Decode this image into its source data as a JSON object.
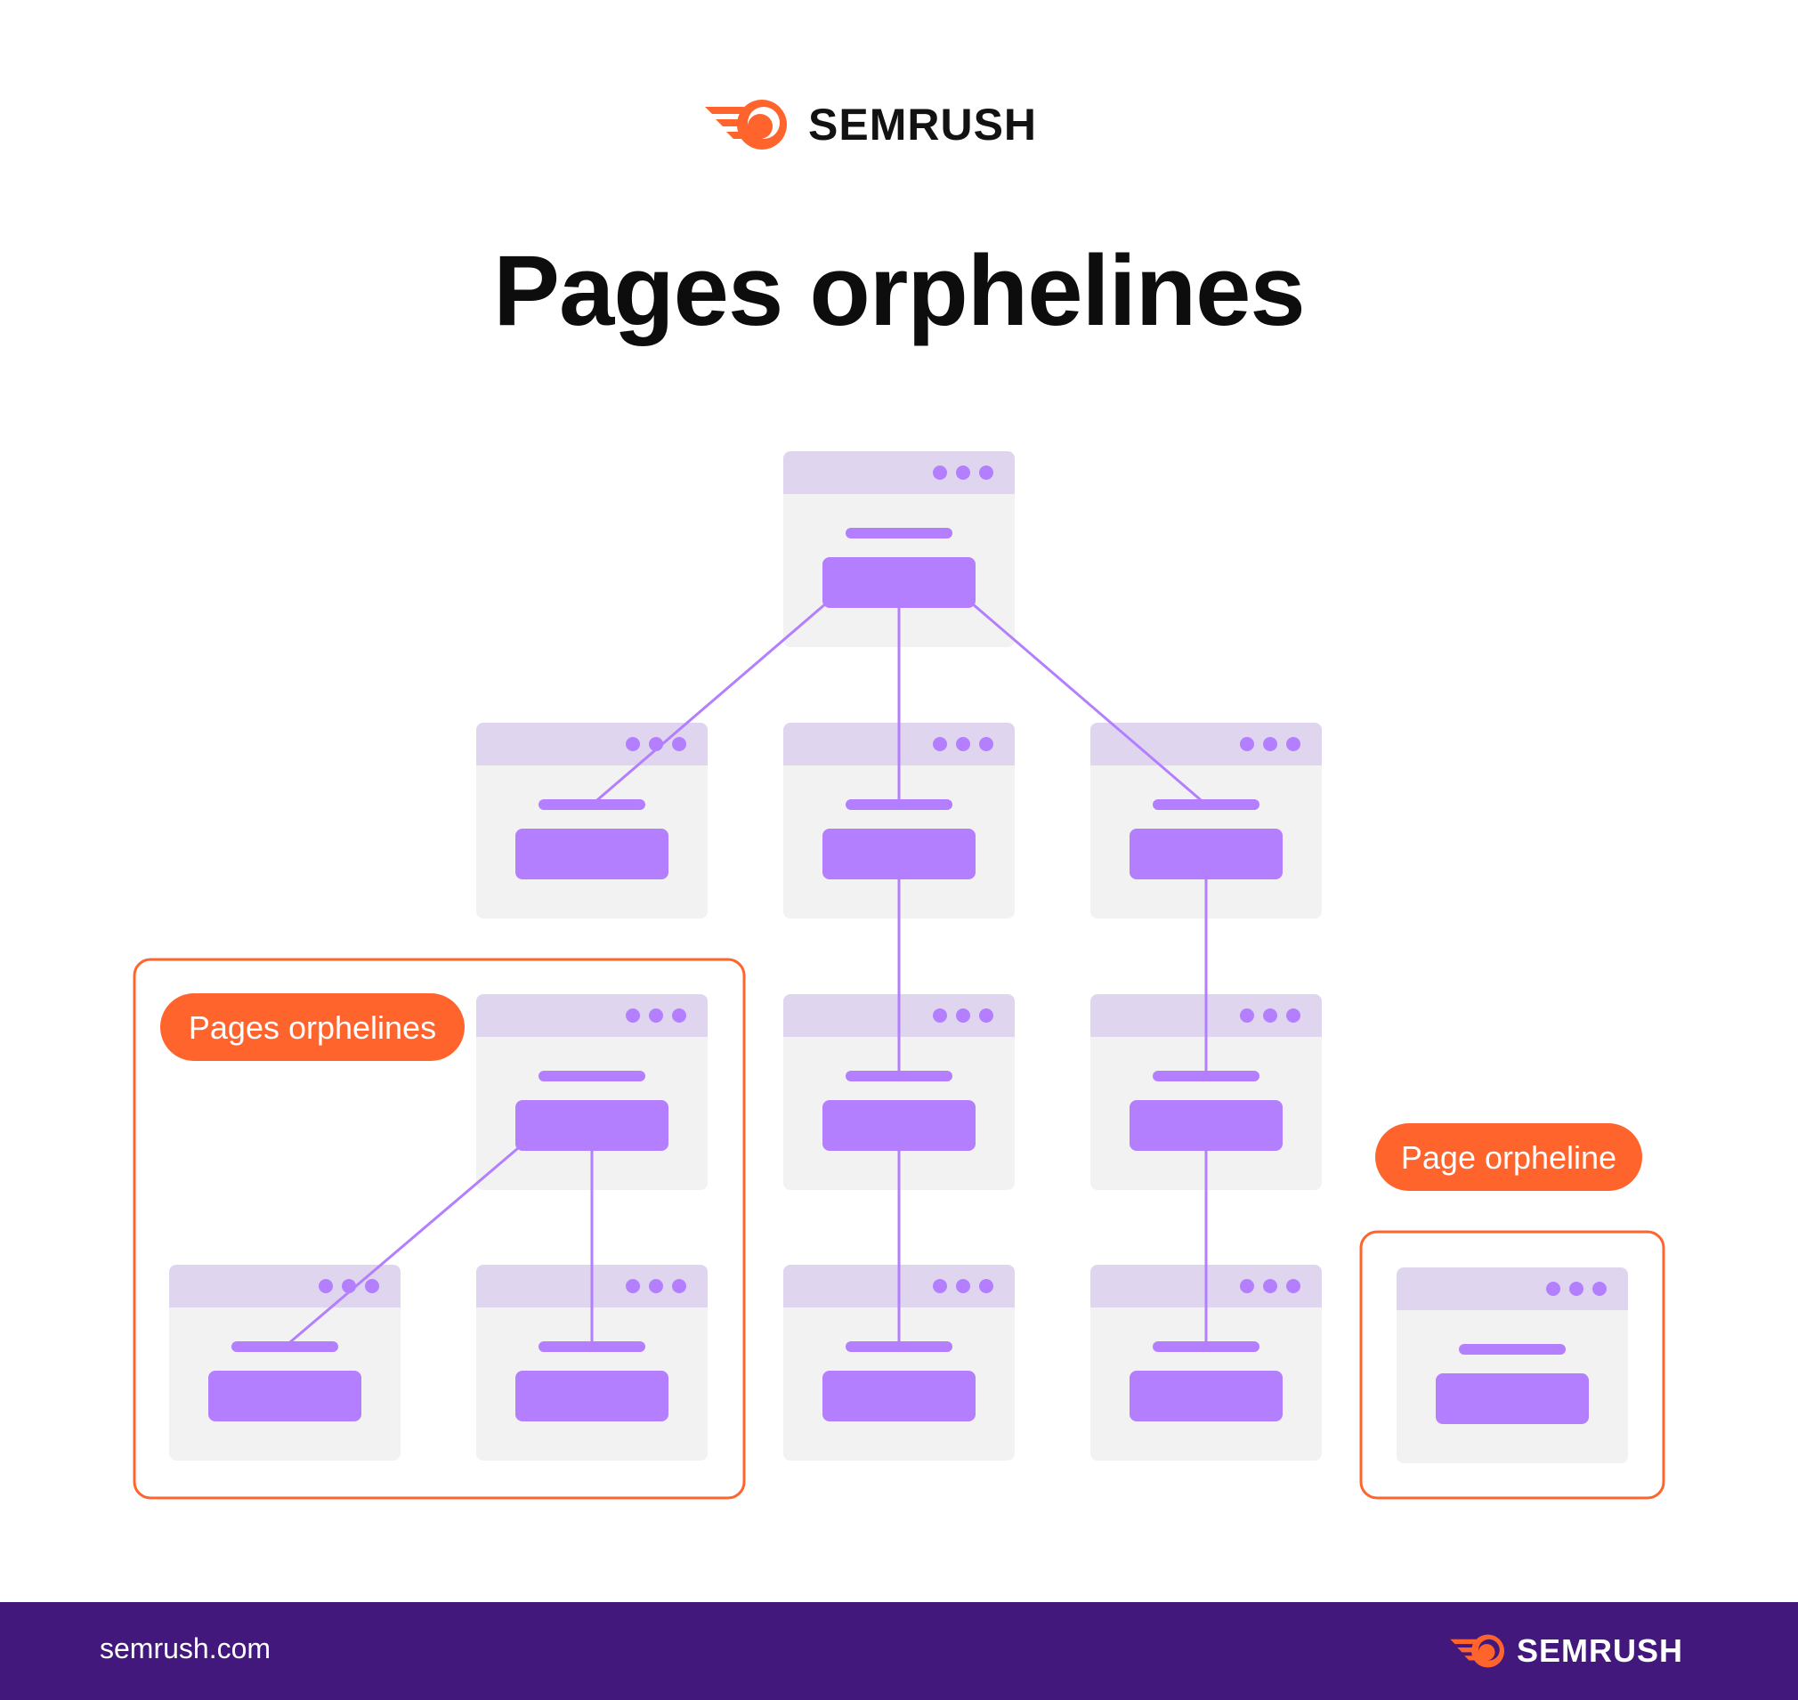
{
  "brand": {
    "name": "SEMRUSH",
    "accent": "#ff642d",
    "footer_bg": "#42187c"
  },
  "title": "Pages orphelines",
  "labels": {
    "orphan_group": "Pages orphelines",
    "orphan_single": "Page orpheline"
  },
  "footer": {
    "url": "semrush.com",
    "logo": "SEMRUSH"
  },
  "colors": {
    "node_bg": "#f2f2f2",
    "node_header": "#e0d5ee",
    "node_accent": "#b37fff",
    "link": "#b37fff"
  }
}
